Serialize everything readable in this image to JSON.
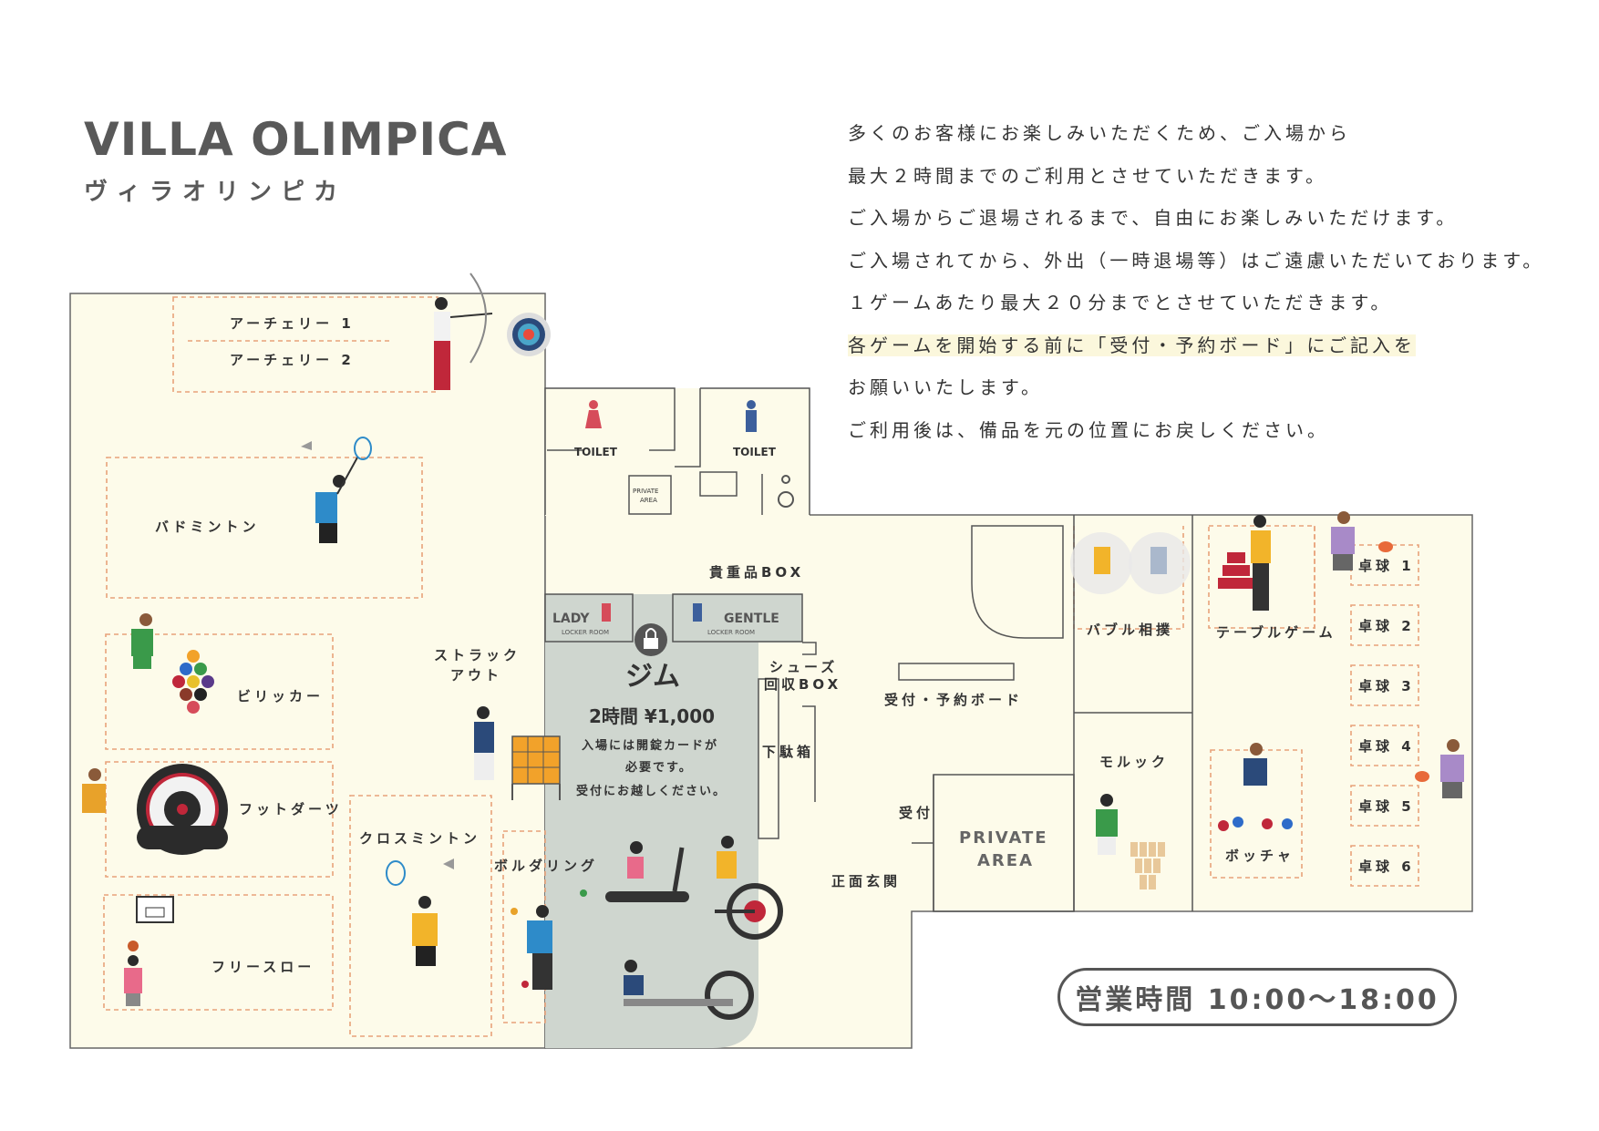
{
  "header": {
    "title": "VILLA OLIMPICA",
    "subtitle": "ヴィラオリンピカ"
  },
  "rules": [
    "多くのお客様にお楽しみいただくため、ご入場から",
    "最大２時間までのご利用とさせていただきます。",
    "ご入場からご退場されるまで、自由にお楽しみいただけます。",
    "ご入場されてから、外出（一時退場等）はご遠慮いただいております。",
    "１ゲームあたり最大２０分までとさせていただきます。",
    "各ゲームを開始する前に「受付・予約ボード」にご記入を",
    "お願いいたします。",
    "ご利用後は、備品を元の位置にお戻しください。"
  ],
  "hours": "営業時間 10:00〜18:00",
  "areas": {
    "archery1": "アーチェリー 1",
    "archery2": "アーチェリー 2",
    "badminton": "バドミントン",
    "billiards": "ビリッカー",
    "footdarts": "フットダーツ",
    "freethrow": "フリースロー",
    "crossminton": "クロスミントン",
    "bouldering": "ボルダリング",
    "struckout_1": "ストラック",
    "struckout_2": "アウト",
    "toilet_w": "TOILET",
    "toilet_m": "TOILET",
    "private_small_1": "PRIVATE",
    "private_small_2": "AREA",
    "valuables": "貴重品BOX",
    "lady_locker": "LADY",
    "gentle_locker": "GENTLE",
    "locker_room": "LOCKER ROOM",
    "gym_title": "ジム",
    "gym_price": "2時間 ¥1,000",
    "gym_note_1": "入場には開錠カードが",
    "gym_note_2": "必要です。",
    "gym_note_3": "受付にお越しください。",
    "shoes_1": "シューズ",
    "shoes_2": "回収BOX",
    "shoe_box": "下駄箱",
    "reception_board": "受付・予約ボード",
    "reception": "受付",
    "entrance": "正面玄関",
    "private_1": "PRIVATE",
    "private_2": "AREA",
    "molkky": "モルック",
    "bocce": "ボッチャ",
    "bubble_sumo": "バブル相撲",
    "table_game": "テーブルゲーム",
    "pingpong": [
      "卓球 1",
      "卓球 2",
      "卓球 3",
      "卓球 4",
      "卓球 5",
      "卓球 6"
    ]
  },
  "colors": {
    "floor": "#fdfbea",
    "gym": "#cfd6cf",
    "dash": "#e8a27a",
    "wall": "#555555"
  }
}
